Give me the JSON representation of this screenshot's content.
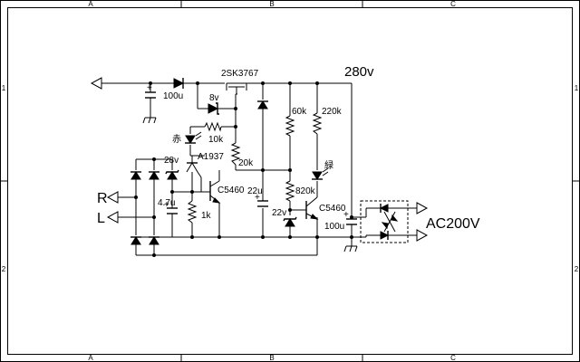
{
  "frame": {
    "zones_top": [
      "A",
      "B",
      "C"
    ],
    "zones_bottom": [
      "A",
      "B",
      "C"
    ],
    "zones_left": [
      "1",
      "2"
    ],
    "zones_right": [
      "1",
      "2"
    ]
  },
  "labels": {
    "mosfet": "2SK3767",
    "v280": "280v",
    "c_out": "100u",
    "zener_8v": "8v",
    "r_60k": "60k",
    "r_220k": "220k",
    "led_red": "赤",
    "r_10k": "10k",
    "led_green": "緑",
    "zener_28v": "28v",
    "q_a1937": "A1937",
    "r_20k": "20k",
    "c_22u": "22u",
    "r_820k": "820k",
    "q_c5460_left": "C5460",
    "q_c5460_right": "C5460",
    "c_4u7": "4.7u",
    "r_1k": "1k",
    "zener_22v": "22v",
    "c_in": "100u",
    "out_r": "R",
    "out_l": "L",
    "ac_in": "AC200V"
  }
}
